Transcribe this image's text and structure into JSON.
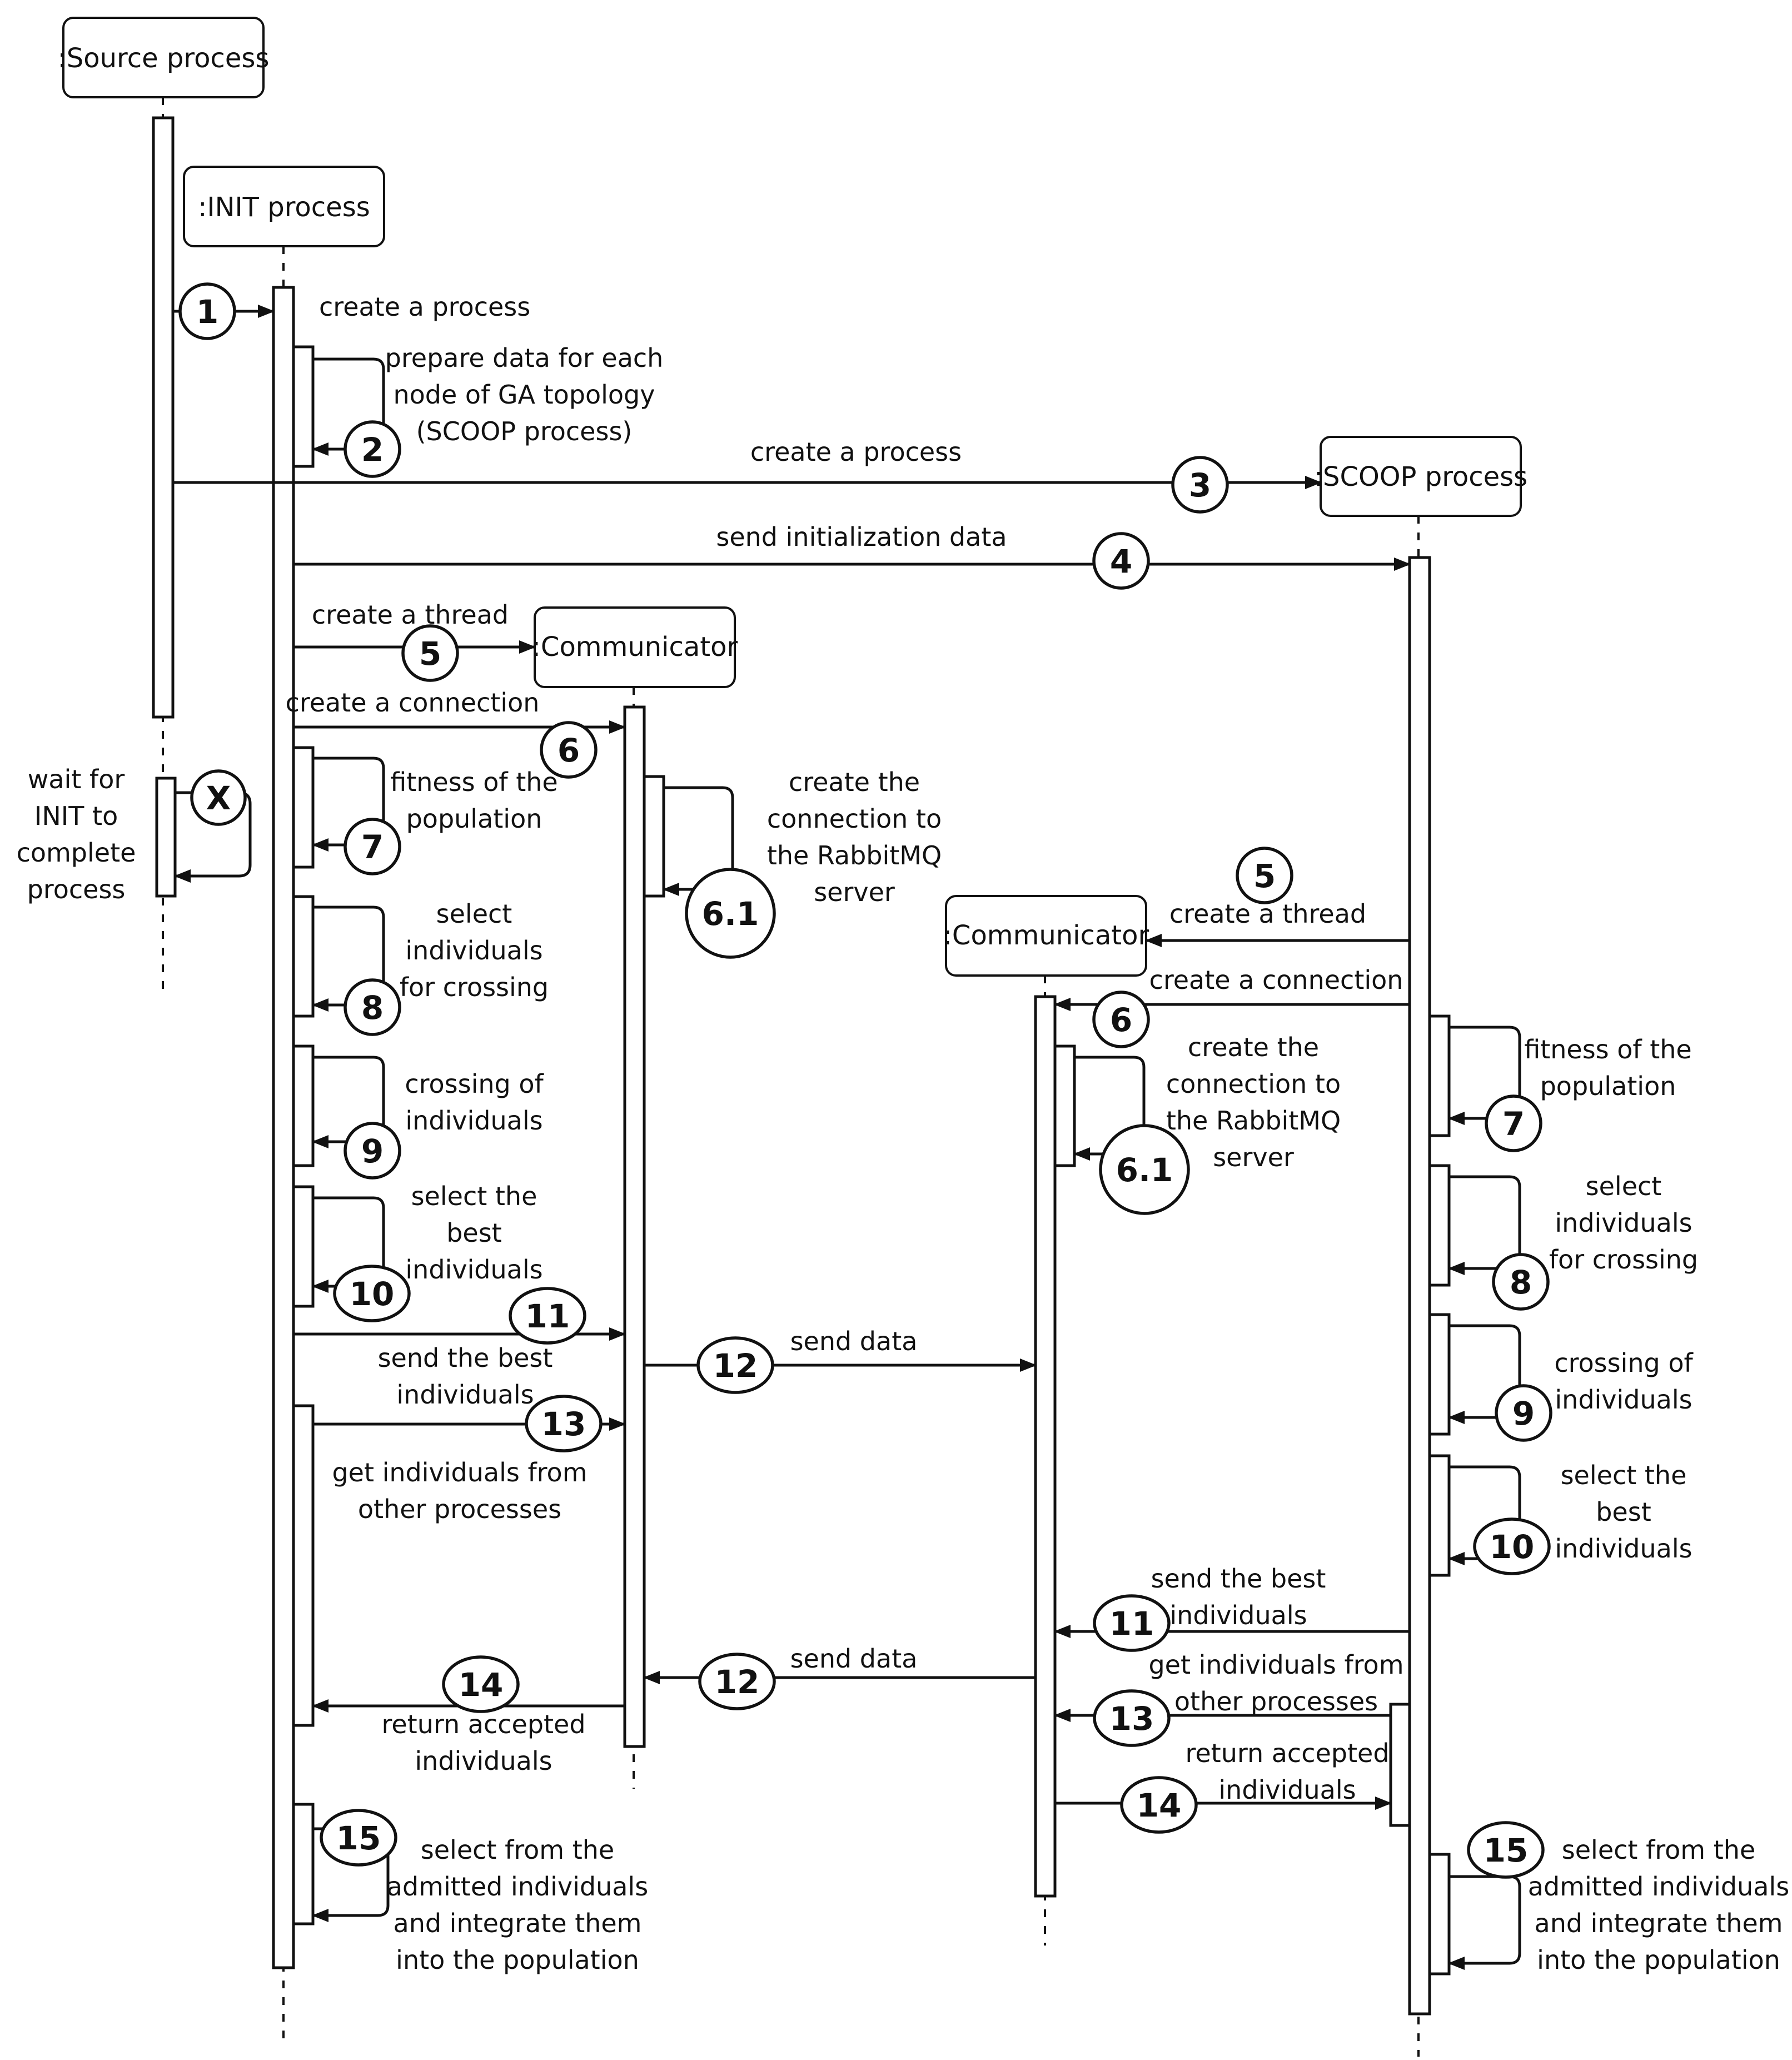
{
  "participants": {
    "source": ":Source process",
    "init": ":INIT process",
    "scoop": ":SCOOP process",
    "comm1": ":Communicator",
    "comm2": ":Communicator"
  },
  "steps": {
    "s1": "1",
    "s2": "2",
    "s3": "3",
    "s4": "4",
    "sX": "X",
    "l5": "5",
    "l6": "6",
    "l61": "6.1",
    "l7": "7",
    "l8": "8",
    "l9": "9",
    "l10": "10",
    "l11": "11",
    "l12": "12",
    "l13": "13",
    "l14": "14",
    "l15": "15",
    "r5": "5",
    "r6": "6",
    "r61": "6.1",
    "r7": "7",
    "r8": "8",
    "r9": "9",
    "r10": "10",
    "r11": "11",
    "r12": "12",
    "r13": "13",
    "r14": "14",
    "r15": "15"
  },
  "labels": {
    "create_process_1": "create a process",
    "prepare_data": [
      "prepare data for each",
      "node of GA topology",
      "(SCOOP process)"
    ],
    "create_process_3": "create a process",
    "send_init": "send initialization data",
    "wait_init": [
      "wait for",
      "INIT to",
      "complete",
      "process"
    ],
    "l_create_thread": "create a thread",
    "l_create_connection": "create a connection",
    "l_fitness": [
      "fitness of the",
      "population"
    ],
    "l_rabbit": [
      "create the",
      "connection to",
      "the RabbitMQ",
      "server"
    ],
    "l_select_cross": [
      "select",
      "individuals",
      "for crossing"
    ],
    "l_crossing": [
      "crossing of",
      "individuals"
    ],
    "l_select_best": [
      "select the",
      "best",
      "individuals"
    ],
    "l_send_best": [
      "send the best",
      "individuals"
    ],
    "l_send_data": "send data",
    "l_get_ind": [
      "get individuals from",
      "other processes"
    ],
    "l_return_acc": [
      "return accepted",
      "individuals"
    ],
    "l_select_adm": [
      "select from the",
      "admitted individuals",
      "and integrate them",
      "into the population"
    ],
    "r_create_thread": "create a thread",
    "r_create_connection": "create a connection",
    "r_rabbit": [
      "create the",
      "connection to",
      "the RabbitMQ",
      "server"
    ],
    "r_fitness": [
      "fitness of the",
      "population"
    ],
    "r_select_cross": [
      "select",
      "individuals",
      "for crossing"
    ],
    "r_crossing": [
      "crossing of",
      "individuals"
    ],
    "r_select_best": [
      "select the",
      "best",
      "individuals"
    ],
    "r_send_best": [
      "send the best",
      "individuals"
    ],
    "r_send_data": "send data",
    "r_get_ind": [
      "get individuals from",
      "other processes"
    ],
    "r_return_acc": [
      "return accepted",
      "individuals"
    ],
    "r_select_adm": [
      "select from the",
      "admitted individuals",
      "and integrate them",
      "into the population"
    ]
  }
}
